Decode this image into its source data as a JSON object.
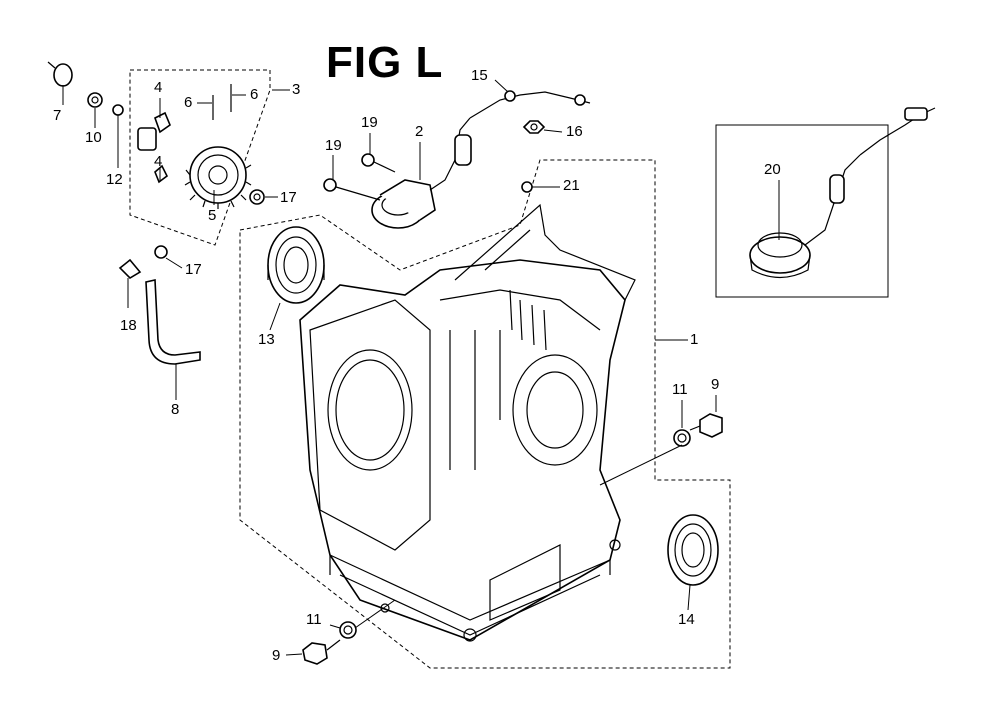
{
  "figure": {
    "title": "FIG L"
  },
  "callouts": [
    {
      "id": "c1",
      "label": "1"
    },
    {
      "id": "c2",
      "label": "2"
    },
    {
      "id": "c3",
      "label": "3"
    },
    {
      "id": "c4a",
      "label": "4"
    },
    {
      "id": "c4b",
      "label": "4"
    },
    {
      "id": "c5",
      "label": "5"
    },
    {
      "id": "c6a",
      "label": "6"
    },
    {
      "id": "c6b",
      "label": "6"
    },
    {
      "id": "c7",
      "label": "7"
    },
    {
      "id": "c8",
      "label": "8"
    },
    {
      "id": "c9a",
      "label": "9"
    },
    {
      "id": "c9b",
      "label": "9"
    },
    {
      "id": "c10",
      "label": "10"
    },
    {
      "id": "c11a",
      "label": "11"
    },
    {
      "id": "c11b",
      "label": "11"
    },
    {
      "id": "c12",
      "label": "12"
    },
    {
      "id": "c13",
      "label": "13"
    },
    {
      "id": "c14",
      "label": "14"
    },
    {
      "id": "c15",
      "label": "15"
    },
    {
      "id": "c16",
      "label": "16"
    },
    {
      "id": "c17a",
      "label": "17"
    },
    {
      "id": "c17b",
      "label": "17"
    },
    {
      "id": "c18",
      "label": "18"
    },
    {
      "id": "c19a",
      "label": "19"
    },
    {
      "id": "c19b",
      "label": "19"
    },
    {
      "id": "c20",
      "label": "20"
    },
    {
      "id": "c21",
      "label": "21"
    }
  ]
}
